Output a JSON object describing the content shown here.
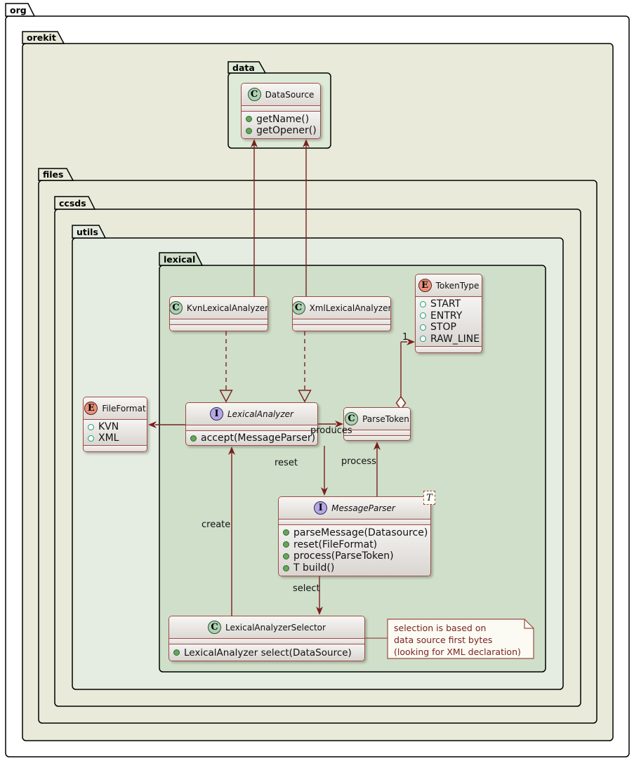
{
  "packages": {
    "org": {
      "label": "org"
    },
    "orekit": {
      "label": "orekit"
    },
    "data": {
      "label": "data"
    },
    "files": {
      "label": "files"
    },
    "ccsds": {
      "label": "ccsds"
    },
    "utils": {
      "label": "utils"
    },
    "lexical": {
      "label": "lexical"
    }
  },
  "classes": {
    "dataSource": {
      "icon": "C",
      "name": "DataSource",
      "methods": [
        "getName()",
        "getOpener()"
      ]
    },
    "kvnLexicalAnalyzer": {
      "icon": "C",
      "name": "KvnLexicalAnalyzer"
    },
    "xmlLexicalAnalyzer": {
      "icon": "C",
      "name": "XmlLexicalAnalyzer"
    },
    "tokenType": {
      "icon": "E",
      "name": "TokenType",
      "values": [
        "START",
        "ENTRY",
        "STOP",
        "RAW_LINE"
      ]
    },
    "fileFormat": {
      "icon": "E",
      "name": "FileFormat",
      "values": [
        "KVN",
        "XML"
      ]
    },
    "lexicalAnalyzer": {
      "icon": "I",
      "name": "LexicalAnalyzer",
      "methods": [
        "accept(MessageParser)"
      ]
    },
    "parseToken": {
      "icon": "C",
      "name": "ParseToken"
    },
    "messageParser": {
      "icon": "I",
      "name": "MessageParser",
      "generic": "T",
      "methods": [
        "parseMessage(Datasource)",
        "reset(FileFormat)",
        "process(ParseToken)",
        "T build()"
      ]
    },
    "lexicalAnalyzerSelector": {
      "icon": "C",
      "name": "LexicalAnalyzerSelector",
      "methods": [
        "LexicalAnalyzer select(DataSource)"
      ]
    }
  },
  "edge_labels": {
    "produces": "produces",
    "reset": "reset",
    "process": "process",
    "create": "create",
    "select": "select",
    "token_multiplicity": "1"
  },
  "note": {
    "line1": "selection is based on",
    "line2": "data source first bytes",
    "line3": "(looking for XML declaration)"
  },
  "colors": {
    "package_beige": "#eaeada",
    "package_green_light": "#e5ece2",
    "package_green": "#cfdfca",
    "package_data_green": "#dcead7",
    "class_border": "#9d4b43",
    "relation_maroon": "#7c1f1f",
    "class_icon_green": "#add1b2",
    "enum_icon_salmon": "#e8927c",
    "interface_icon_purple": "#b4a7e5",
    "note_bg": "#fbfbf3",
    "note_text": "#7c2222"
  }
}
